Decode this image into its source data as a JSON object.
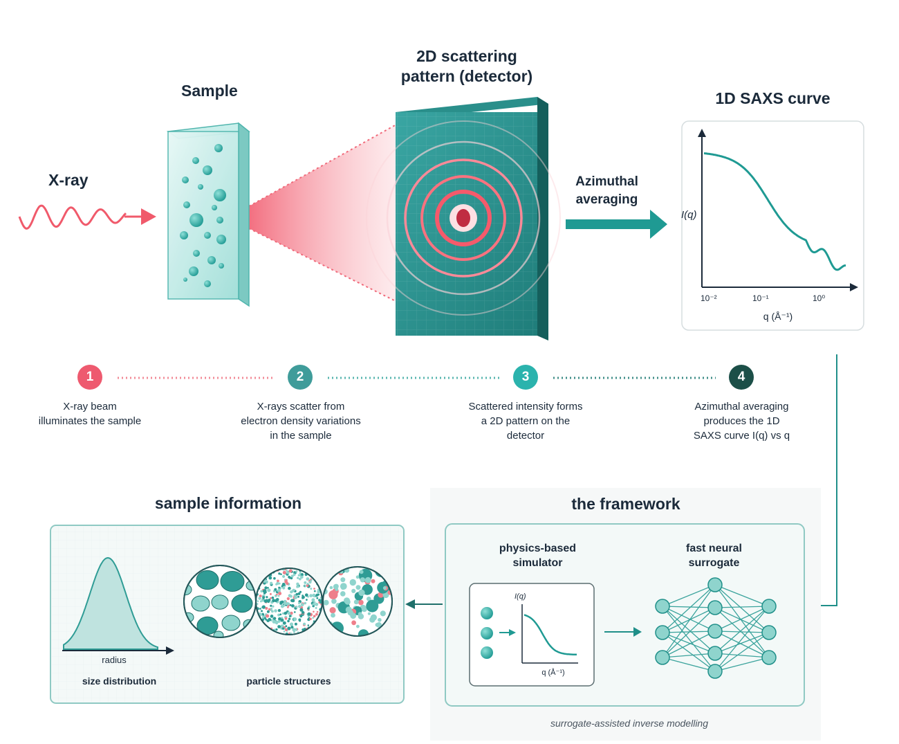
{
  "labels": {
    "xray": "X-ray",
    "sample": "Sample",
    "detector_line1": "2D scattering",
    "detector_line2": "pattern (detector)",
    "curve_title": "1D SAXS curve",
    "azimuthal_line1": "Azimuthal",
    "azimuthal_line2": "averaging",
    "sample_information": "sample information",
    "framework": "the framework",
    "simulator_line1": "physics-based",
    "simulator_line2": "simulator",
    "surrogate_line1": "fast neural",
    "surrogate_line2": "surrogate",
    "radius": "radius",
    "size_distribution": "size distribution",
    "particle_structures": "particle structures",
    "caption": "surrogate-assisted inverse modelling"
  },
  "saxs_plot": {
    "ylabel": "I(q)",
    "xlabel": "q (Å⁻¹)",
    "ticks": [
      "10⁻²",
      "10⁻¹",
      "10⁰"
    ]
  },
  "sim_plot": {
    "ylabel": "I(q)",
    "xlabel": "q (Å⁻¹)"
  },
  "steps": [
    {
      "number": "1",
      "line1": "X-ray beam",
      "line2": "illuminates the sample",
      "line3": "",
      "color": "#ee5a6f"
    },
    {
      "number": "2",
      "line1": "X-rays scatter from",
      "line2": "electron density variations",
      "line3": "in the sample",
      "color": "#3f9c9a"
    },
    {
      "number": "3",
      "line1": "Scattered intensity forms",
      "line2": "a 2D pattern on the",
      "line3": "detector",
      "color": "#2bb3ad"
    },
    {
      "number": "4",
      "line1": "Azimuthal averaging",
      "line2": "produces the 1D",
      "line3": "SAXS curve I(q) vs q",
      "color": "#1c4f48"
    }
  ],
  "colors": {
    "teal": "#1f9a93",
    "dark_teal": "#1b6f6a",
    "xray_red": "#f05a6b",
    "panel_border": "#9fcfca",
    "panel_fill": "#f1f8f7"
  }
}
